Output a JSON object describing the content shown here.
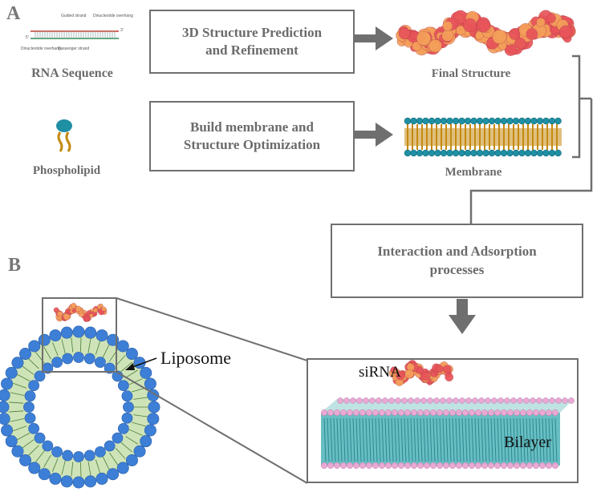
{
  "panels": {
    "a": "A",
    "b": "B"
  },
  "row1": {
    "input_caption": "RNA Sequence",
    "process_line1": "3D Structure Prediction",
    "process_line2": "and Refinement",
    "output_caption": "Final Structure",
    "mini_labels": {
      "guided": "Guided strand",
      "dinuc_top": "Dinucleotide overhang",
      "dinuc_bottom": "Dinucleotide overhang",
      "passenger": "Passenger strand",
      "five_prime": "5'",
      "three_prime": "3'"
    }
  },
  "row2": {
    "input_caption": "Phospholipid",
    "process_line1": "Build membrane and",
    "process_line2": "Structure Optimization",
    "output_caption": "Membrane"
  },
  "interaction": {
    "line1": "Interaction and Adsorption",
    "line2": "processes"
  },
  "panel_b": {
    "liposome_label": "Liposome",
    "sirna_label": "siRNA",
    "bilayer_label": "Bilayer"
  },
  "colors": {
    "arrow": "#6f6f6f",
    "rna_red": "#e8545a",
    "rna_orange": "#f5a05a",
    "lipid_head": "#1f8fa3",
    "lipid_tail": "#c58a12",
    "liposome_head": "#3d7fd6",
    "bilayer_head": "#e9a9d4",
    "bilayer_tail": "#4fb3b8"
  }
}
